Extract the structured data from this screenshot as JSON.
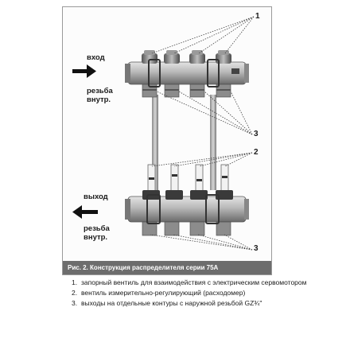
{
  "figure": {
    "caption": "Рис. 2. Конструкция распределителя серии 75А",
    "inlet_label": "вход",
    "inlet_thread_label": "резьба\nвнутр.",
    "outlet_label": "выход",
    "outlet_thread_label": "резьба\nвнутр.",
    "callouts": [
      "1",
      "2",
      "3",
      "3"
    ]
  },
  "legend": [
    {
      "num": "1.",
      "text": "запорный вентиль для взаимодействия с электрическим сервомотором"
    },
    {
      "num": "2.",
      "text": "вентиль измерительно-регулирующий (расходомер)"
    },
    {
      "num": "3.",
      "text": "выходы на отдельные контуры с наружной резьбой GZ¾\""
    }
  ]
}
